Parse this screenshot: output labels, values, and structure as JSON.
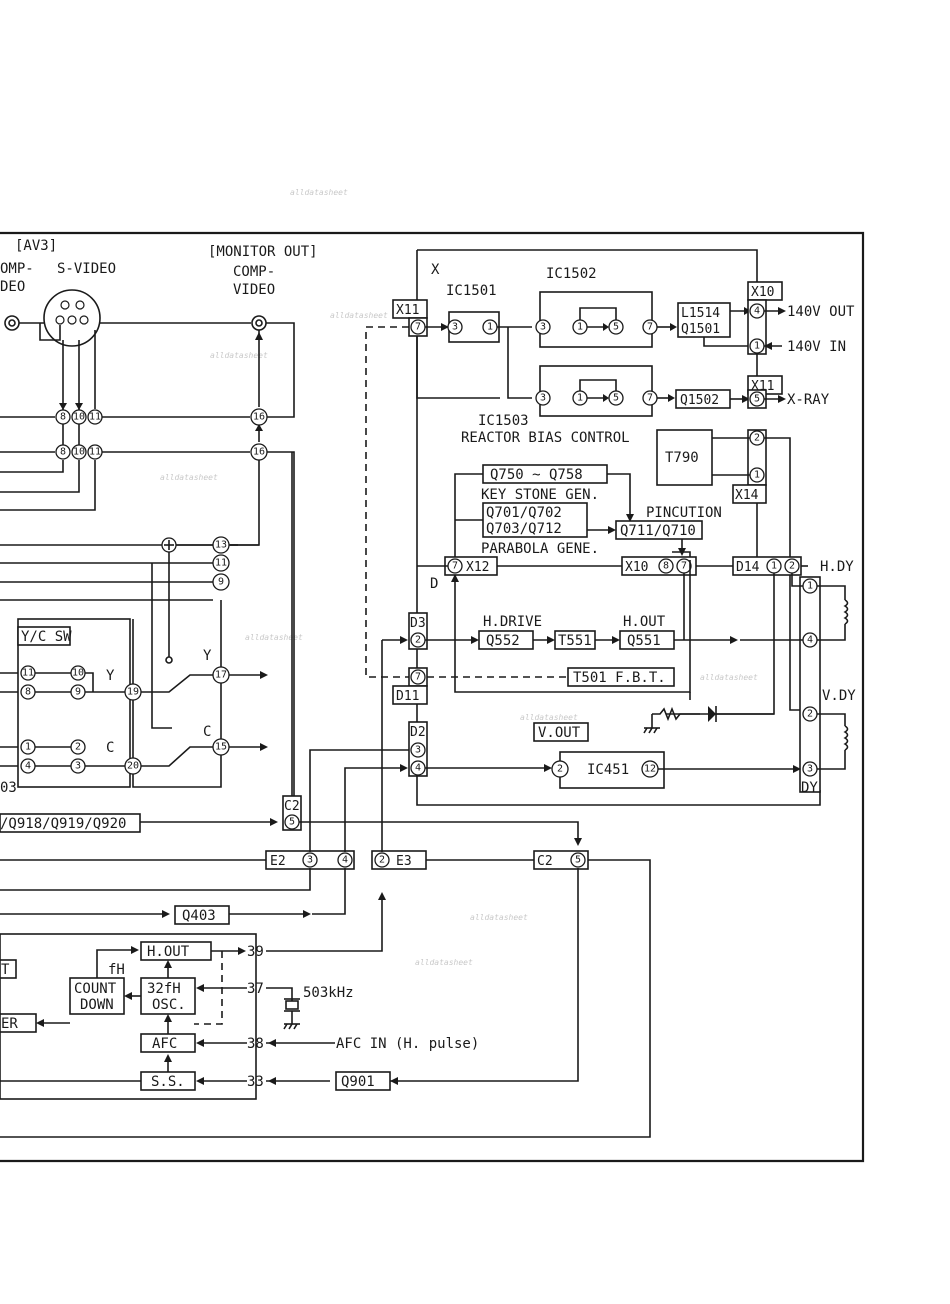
{
  "headers": {
    "av3": "[AV3]",
    "comp_frag": "OMP-",
    "deo_frag": "DEO",
    "svideo": "S-VIDEO",
    "monitor_out": "[MONITOR OUT]",
    "mon_comp": "COMP-",
    "mon_video": "VIDEO"
  },
  "blocks": {
    "x": "X",
    "x_d": "D",
    "ic1502": "IC1502",
    "ic1501": "IC1501",
    "ic1503": "IC1503",
    "reactor": "REACTOR BIAS CONTROL",
    "l1514": "L1514",
    "q1501": "Q1501",
    "q1502": "Q1502",
    "t790": "T790",
    "q750": "Q750 ~ Q758",
    "keystone": "KEY STONE GEN.",
    "q701": "Q701/Q702",
    "q703": "Q703/Q712",
    "parabola": "PARABOLA GENE.",
    "pincution": "PINCUTION",
    "q711": "Q711/Q710",
    "hdrive": "H.DRIVE",
    "q552": "Q552",
    "t551": "T551",
    "hout_lbl": "H.OUT",
    "q551": "Q551",
    "t501": "T501 F.B.T.",
    "vout": "V.OUT",
    "ic451": "IC451",
    "hdy": "H.DY",
    "vdy": "V.DY",
    "dy": "DY",
    "ycsw": "Y/C SW",
    "y1": "Y",
    "y2": "Y",
    "c1": "C",
    "c2": "C",
    "frag03": "03",
    "q918": "/Q918/Q919/Q920",
    "q403": "Q403",
    "hout_box": "H.OUT",
    "fh": "fH",
    "count": "COUNT",
    "down": "DOWN",
    "osc32": "32fH",
    "osc": "OSC.",
    "afc": "AFC",
    "ss": "S.S.",
    "q901": "Q901",
    "frag_t": "T",
    "frag_er": "ER",
    "xtal": "503kHz",
    "afcin": "AFC IN (H. pulse)"
  },
  "connectors": {
    "x11a": "X11",
    "x10a": "X10",
    "x11b": "X11",
    "x14": "X14",
    "x12": "X12",
    "x10b": "X10",
    "d14": "D14",
    "d3": "D3",
    "d11": "D11",
    "d2": "D2",
    "c2a": "C2",
    "e2": "E2",
    "e3": "E3",
    "c2b": "C2"
  },
  "outputs": {
    "out140": "140V OUT",
    "in140": "140V IN",
    "xray": "X-RAY"
  },
  "pins": {
    "n39": "39",
    "n37": "37",
    "n38": "38",
    "n33": "33"
  },
  "watermark": "alldatasheet",
  "icons": [
    "rca-jack-icon",
    "svideo-din-icon",
    "ground-icon",
    "crystal-icon",
    "deflection-coil-icon"
  ]
}
